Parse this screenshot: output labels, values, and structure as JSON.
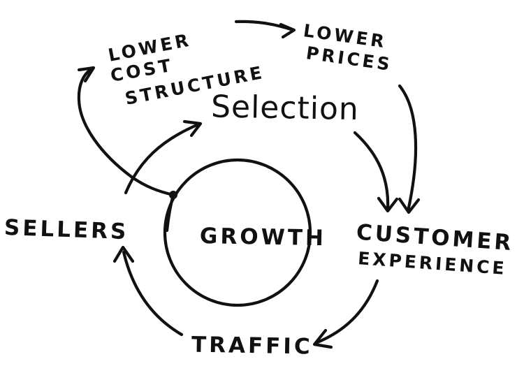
{
  "labels": {
    "growth": "GROWTH",
    "selection": "Selection",
    "lower_cost_structure": [
      "LOWER",
      "COST",
      "STRUCTURE"
    ],
    "lower_prices": [
      "LOWER",
      "PRICES"
    ],
    "sellers": "SELLERS",
    "customer_experience": [
      "CUSTOMER",
      "EXPERIENCE"
    ],
    "traffic": "TRAFFIC"
  }
}
